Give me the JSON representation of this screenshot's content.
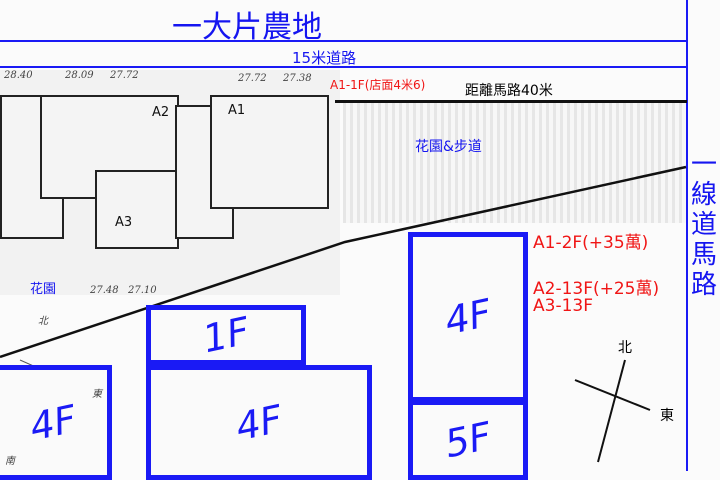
{
  "title": "一大片農地",
  "road_top": "15米道路",
  "road_right": "一線道馬路",
  "distance": "距離馬路40米",
  "garden_walk": "花園&步道",
  "garden": "花園",
  "notes": {
    "a1_1f": "A1-1F(店面4米6)",
    "a1_2f": "A1-2F(+35萬)",
    "a2_13f": "A2-13F(+25萬)",
    "a3_13f": "A3-13F"
  },
  "units": {
    "a1": "A1",
    "a2": "A2",
    "a3": "A3"
  },
  "elevations": [
    "28.40",
    "28.09",
    "27.72",
    "27.72",
    "27.38",
    "27.48",
    "27.10"
  ],
  "buildings": {
    "right_top": "4F",
    "right_bottom": "5F",
    "mid_small": "1F",
    "mid_big": "4F",
    "left": "4F"
  },
  "compass": {
    "north": "北",
    "east": "東",
    "south": "南"
  }
}
